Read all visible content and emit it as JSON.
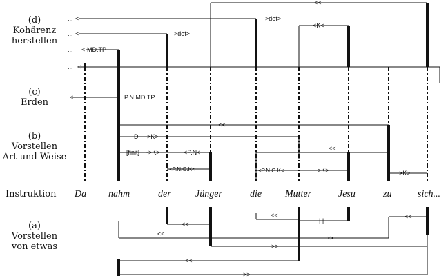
{
  "sections": {
    "d": [
      "(d)",
      "Kohärenz",
      "herstellen"
    ],
    "c": [
      "(c)",
      "Erden"
    ],
    "b": [
      "(b)",
      "Vorstellen",
      "Art und Weise"
    ],
    "instruktion": "Instruktion",
    "a": [
      "(a)",
      "Vorstellen",
      "von etwas"
    ]
  },
  "words": [
    "Da",
    "nahm",
    "der",
    "Jünger",
    "die",
    "Mutter",
    "Jesu",
    "zu",
    "sich..."
  ],
  "ellipsis": "...",
  "tags": {
    "d_md_tp": "MD.TP",
    "d_def1": ">def>",
    "d_def2": ">def>",
    "d_k": "<K<",
    "d_lt_top": "<<",
    "c_pnmdtp": "P.N.MD.TP",
    "b_d": "D",
    "b_k1": ">K>",
    "b_lt1": "<<",
    "b_finit": "[finit]",
    "b_k2": "->K>",
    "b_pn": "<P.N<",
    "b_lt2": "<<",
    "b_pngk1": "<P.N.G.K<",
    "b_pngk2": "<P.N.G.K<",
    "b_k3": ">K>",
    "b_k4": ">K>",
    "a_lt1": "<<",
    "a_lt2": "<<",
    "a_bars": "| |",
    "a_lt3": "<<",
    "a_lt4": "<<",
    "a_gt1": ">>",
    "a_gt2": ">>",
    "a_lt5": "<<",
    "a_gt3": ">>"
  }
}
